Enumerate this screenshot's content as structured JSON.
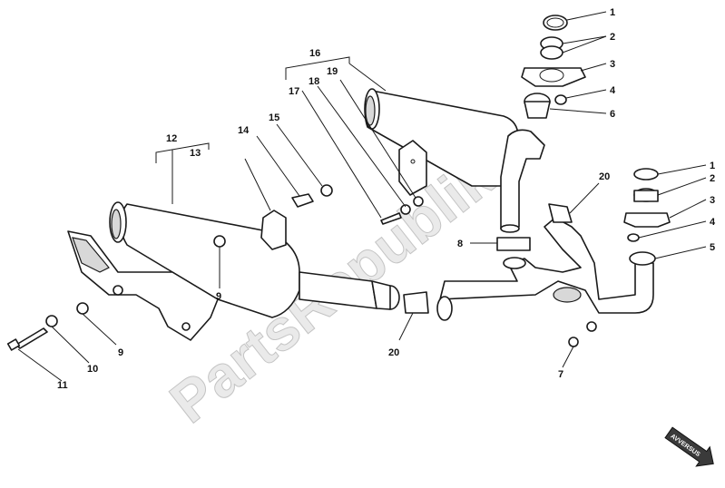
{
  "watermark": "PartsRepublik",
  "direction_arrow": "AVVERSUS",
  "callouts": {
    "c1a": "1",
    "c2a": "2",
    "c3a": "3",
    "c4a": "4",
    "c6": "6",
    "c1b": "1",
    "c2b": "2",
    "c3b": "3",
    "c4b": "4",
    "c5": "5",
    "c7": "7",
    "c8": "8",
    "c9a": "9",
    "c9b": "9",
    "c10": "10",
    "c11": "11",
    "c12": "12",
    "c13": "13",
    "c14": "14",
    "c15": "15",
    "c16": "16",
    "c17": "17",
    "c18": "18",
    "c19": "19",
    "c20a": "20",
    "c20b": "20"
  }
}
